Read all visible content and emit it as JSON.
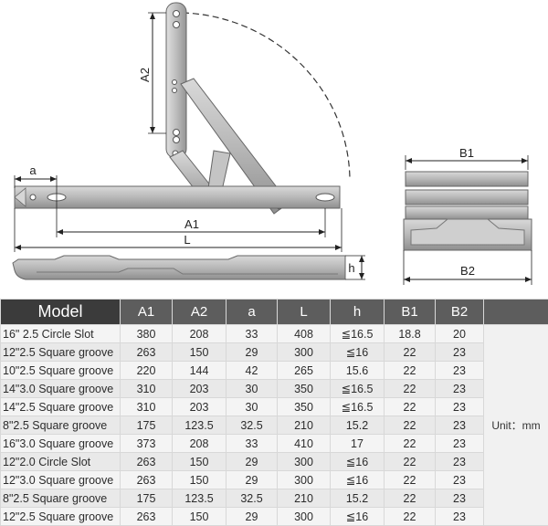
{
  "drawing": {
    "labels": {
      "a": "a",
      "a1": "A1",
      "a2": "A2",
      "l": "L",
      "h": "h",
      "b1": "B1",
      "b2": "B2"
    }
  },
  "table": {
    "headers": [
      "Model",
      "A1",
      "A2",
      "a",
      "L",
      "h",
      "B1",
      "B2"
    ],
    "rows": [
      [
        "16\" 2.5 Circle Slot",
        "380",
        "208",
        "33",
        "408",
        "≦16.5",
        "18.8",
        "20"
      ],
      [
        "12\"2.5 Square groove",
        "263",
        "150",
        "29",
        "300",
        "≦16",
        "22",
        "23"
      ],
      [
        "10\"2.5 Square groove",
        "220",
        "144",
        "42",
        "265",
        "15.6",
        "22",
        "23"
      ],
      [
        "14\"3.0 Square groove",
        "310",
        "203",
        "30",
        "350",
        "≦16.5",
        "22",
        "23"
      ],
      [
        "14\"2.5 Square groove",
        "310",
        "203",
        "30",
        "350",
        "≦16.5",
        "22",
        "23"
      ],
      [
        "8\"2.5 Square groove",
        "175",
        "123.5",
        "32.5",
        "210",
        "15.2",
        "22",
        "23"
      ],
      [
        "16\"3.0 Square groove",
        "373",
        "208",
        "33",
        "410",
        "17",
        "22",
        "23"
      ],
      [
        "12\"2.0 Circle Slot",
        "263",
        "150",
        "29",
        "300",
        "≦16",
        "22",
        "23"
      ],
      [
        "12\"3.0 Square groove",
        "263",
        "150",
        "29",
        "300",
        "≦16",
        "22",
        "23"
      ],
      [
        "8\"2.5 Square groove",
        "175",
        "123.5",
        "32.5",
        "210",
        "15.2",
        "22",
        "23"
      ],
      [
        "12\"2.5 Square groove",
        "263",
        "150",
        "29",
        "300",
        "≦16",
        "22",
        "23"
      ]
    ],
    "unit": "Unit：mm"
  }
}
